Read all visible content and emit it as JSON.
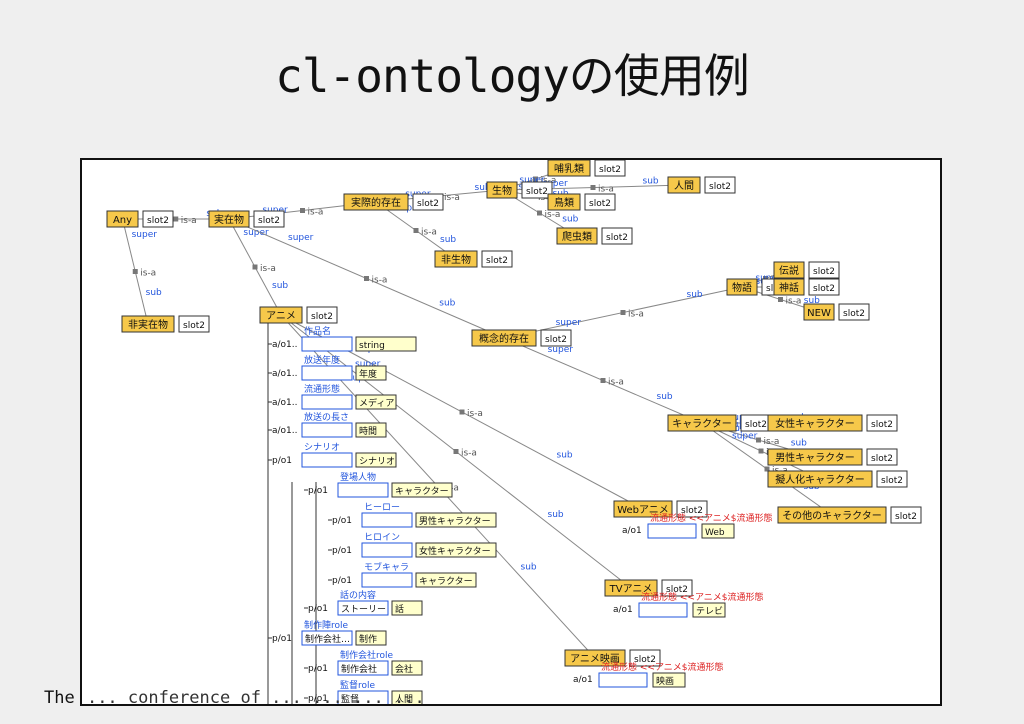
{
  "title": "cl-ontologyの使用例",
  "footer": {
    "visible": "The",
    "partial": " ... conference of ... ... ... ..."
  },
  "colors": {
    "class_fill": "#f6c84a",
    "slot_fill": "#ffffff",
    "slot_text_fill": "#ffffcc",
    "link_text": "#2255dd",
    "red_text": "#dd2222",
    "edge": "#888888"
  },
  "labels": {
    "slot": "slot2",
    "super": "super",
    "sub": "sub",
    "is_a": "is-a"
  },
  "nodes": [
    {
      "id": "any",
      "text": "Any",
      "slot": true
    },
    {
      "id": "jitsuzai",
      "text": "実在物",
      "slot": true
    },
    {
      "id": "hijitsuzai",
      "text": "非実在物",
      "slot": true
    },
    {
      "id": "jissai",
      "text": "実際的存在",
      "slot": true
    },
    {
      "id": "seibutsu",
      "text": "生物",
      "slot": true
    },
    {
      "id": "hinyurui",
      "text": "哺乳類",
      "slot": true
    },
    {
      "id": "chorui",
      "text": "鳥類",
      "slot": true
    },
    {
      "id": "hachurui",
      "text": "爬虫類",
      "slot": true
    },
    {
      "id": "ningen",
      "text": "人間",
      "slot": true
    },
    {
      "id": "hiseibutsu",
      "text": "非生物",
      "slot": true
    },
    {
      "id": "anime",
      "text": "アニメ",
      "slot": true
    },
    {
      "id": "gainen",
      "text": "概念的存在",
      "slot": true
    },
    {
      "id": "monogatari",
      "text": "物語",
      "slot": true
    },
    {
      "id": "densetsu",
      "text": "伝説",
      "slot": true
    },
    {
      "id": "shinwa",
      "text": "神話",
      "slot": true
    },
    {
      "id": "new",
      "text": "NEW",
      "slot": true
    },
    {
      "id": "character",
      "text": "キャラクター",
      "slot": true
    },
    {
      "id": "josei",
      "text": "女性キャラクター",
      "slot": true
    },
    {
      "id": "dansei",
      "text": "男性キャラクター",
      "slot": true
    },
    {
      "id": "gijin",
      "text": "擬人化キャラクター",
      "slot": true
    },
    {
      "id": "sonota",
      "text": "その他のキャラクター",
      "slot": true
    },
    {
      "id": "webanime",
      "text": "Webアニメ",
      "slot": true
    },
    {
      "id": "tvanime",
      "text": "TVアニメ",
      "slot": true
    },
    {
      "id": "eiga",
      "text": "アニメ映画",
      "slot": true
    }
  ],
  "slots": [
    {
      "card": "a/o1..",
      "name": "作品名",
      "value": "string"
    },
    {
      "card": "a/o1..",
      "name": "放送年度",
      "value": "年度"
    },
    {
      "card": "a/o1..",
      "name": "流通形態",
      "value": "メディア"
    },
    {
      "card": "a/o1..",
      "name": "放送の長さ",
      "value": "時間"
    },
    {
      "card": "p/o1",
      "name": "シナリオ",
      "value": "シナリオ"
    },
    {
      "card": "p/o1",
      "name": "登場人物",
      "value": "キャラクター"
    },
    {
      "card": "p/o1",
      "name": "ヒーロー",
      "value": "男性キャラクター"
    },
    {
      "card": "p/o1",
      "name": "ヒロイン",
      "value": "女性キャラクター"
    },
    {
      "card": "p/o1",
      "name": "モブキャラ",
      "value": "キャラクター"
    },
    {
      "card": "p/o1",
      "name": "話の内容",
      "value": "話",
      "box": "ストーリー"
    },
    {
      "card": "p/o1",
      "name": "制作陣role",
      "value": "制作",
      "box": "制作会社…"
    },
    {
      "card": "p/o1",
      "name": "制作会社role",
      "value": "会社",
      "box": "制作会社"
    },
    {
      "card": "p/o1",
      "name": "監督role",
      "value": "人間",
      "box": "監督"
    },
    {
      "card": "a/o1",
      "name": "流通形態 <<アニメ$流通形態",
      "value": "Web"
    },
    {
      "card": "a/o1",
      "name": "流通形態 <<アニメ$流通形態",
      "value": "テレビ"
    },
    {
      "card": "a/o1",
      "name": "流通形態 <<アニメ$流通形態",
      "value": "映画"
    }
  ]
}
